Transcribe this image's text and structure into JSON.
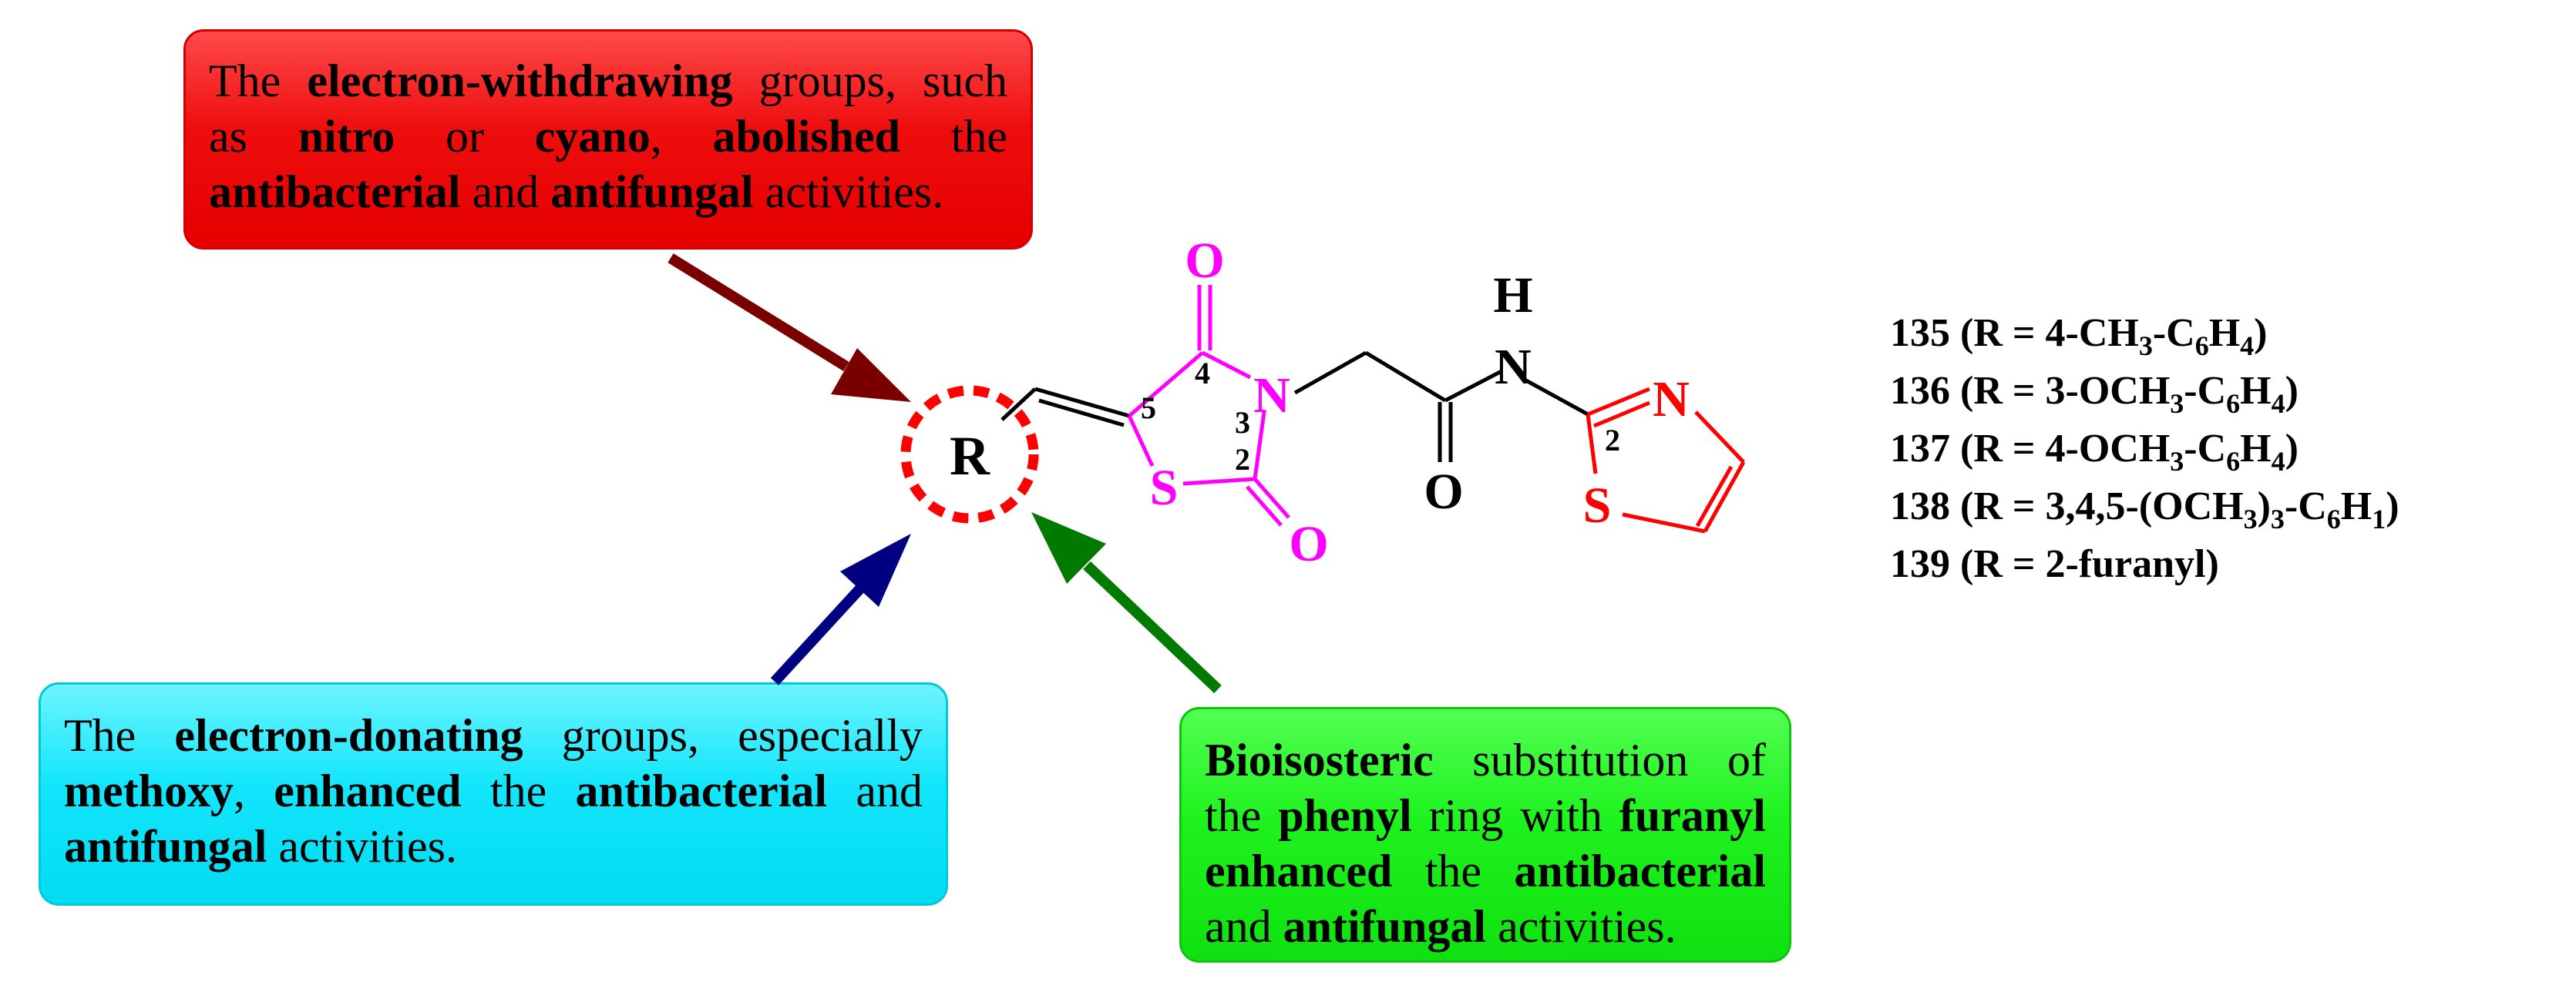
{
  "callouts": {
    "withdrawing": [
      {
        "t": "The ",
        "b": false
      },
      {
        "t": "electron-withdrawing",
        "b": true
      },
      {
        "t": " groups, such as ",
        "b": false
      },
      {
        "t": "nitro",
        "b": true
      },
      {
        "t": " or ",
        "b": false
      },
      {
        "t": "cyano",
        "b": true
      },
      {
        "t": ", ",
        "b": false
      },
      {
        "t": "abolished",
        "b": true
      },
      {
        "t": " the ",
        "b": false
      },
      {
        "t": "antibacterial",
        "b": true
      },
      {
        "t": " and ",
        "b": false
      },
      {
        "t": "antifungal",
        "b": true
      },
      {
        "t": " activities.",
        "b": false
      }
    ],
    "donating": [
      {
        "t": "The ",
        "b": false
      },
      {
        "t": "electron-donating",
        "b": true
      },
      {
        "t": " groups, especially ",
        "b": false
      },
      {
        "t": "methoxy",
        "b": true
      },
      {
        "t": ", ",
        "b": false
      },
      {
        "t": "enhanced",
        "b": true
      },
      {
        "t": " the ",
        "b": false
      },
      {
        "t": "antibacterial",
        "b": true
      },
      {
        "t": " and ",
        "b": false
      },
      {
        "t": "antifungal",
        "b": true
      },
      {
        "t": " activities.",
        "b": false
      }
    ],
    "bioisosteric": [
      {
        "t": "Bioisosteric",
        "b": true
      },
      {
        "t": " substitution of the ",
        "b": false
      },
      {
        "t": "phenyl",
        "b": true
      },
      {
        "t": " ring with ",
        "b": false
      },
      {
        "t": "furanyl",
        "b": true
      },
      {
        "t": " ",
        "b": false
      },
      {
        "t": "enhanced",
        "b": true
      },
      {
        "t": " the ",
        "b": false
      },
      {
        "t": "antibacterial",
        "b": true
      },
      {
        "t": " and ",
        "b": false
      },
      {
        "t": "antifungal",
        "b": true
      },
      {
        "t": " activities.",
        "b": false
      }
    ]
  },
  "structure": {
    "r_group": "R",
    "tzd_atoms": {
      "o_top": "O",
      "n3": "N",
      "s1": "S",
      "o_bottom": "O"
    },
    "tzd_numbers": {
      "c4": "4",
      "c5": "5",
      "n3": "3",
      "c2": "2"
    },
    "amide_atoms": {
      "h": "H",
      "n": "N",
      "o": "O"
    },
    "thiazole_atoms": {
      "n": "N",
      "s": "S",
      "c2": "2"
    }
  },
  "compounds": [
    [
      {
        "t": "135 (R = 4-CH"
      },
      {
        "sub": "3"
      },
      {
        "t": "-C"
      },
      {
        "sub": "6"
      },
      {
        "t": "H"
      },
      {
        "sub": "4"
      },
      {
        "t": ")"
      }
    ],
    [
      {
        "t": "136 (R = 3-OCH"
      },
      {
        "sub": "3"
      },
      {
        "t": "-C"
      },
      {
        "sub": "6"
      },
      {
        "t": "H"
      },
      {
        "sub": "4"
      },
      {
        "t": ")"
      }
    ],
    [
      {
        "t": "137 (R = 4-OCH"
      },
      {
        "sub": "3"
      },
      {
        "t": "-C"
      },
      {
        "sub": "6"
      },
      {
        "t": "H"
      },
      {
        "sub": "4"
      },
      {
        "t": ")"
      }
    ],
    [
      {
        "t": "138 (R = 3,4,5-(OCH"
      },
      {
        "sub": "3"
      },
      {
        "t": ")"
      },
      {
        "sub": "3"
      },
      {
        "t": "-C"
      },
      {
        "sub": "6"
      },
      {
        "t": "H"
      },
      {
        "sub": "1"
      },
      {
        "t": ")"
      }
    ],
    [
      {
        "t": "139 (R = 2-furanyl)"
      }
    ]
  ],
  "colors": {
    "tzd": "#ff00ff",
    "thiazole": "#ff0000",
    "r_circle": "#ff0000",
    "arrow_withdrawing": "#7a0000",
    "arrow_donating": "#000080",
    "arrow_bioisosteric": "#007a00",
    "box_withdrawing": "#ee0d0d",
    "box_donating": "#14e6fb",
    "box_bioisosteric": "#1ef21e"
  }
}
